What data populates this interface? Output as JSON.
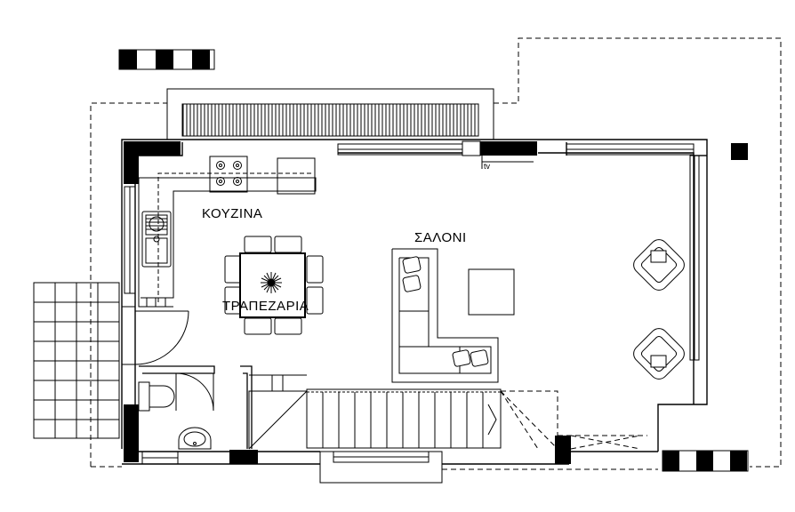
{
  "plan": {
    "rooms": {
      "kitchen": "ΚΟΥΖΙΝΑ",
      "living": "ΣΑΛΟΝΙ",
      "dining": "ΤΡΑΠΕΖΑΡΙΑ"
    },
    "tv_label": "tv"
  },
  "colors": {
    "wall": "#000000",
    "background": "#ffffff"
  },
  "icons": [
    "scale-bar-icon",
    "stove-icon",
    "sink-icon",
    "toilet-icon",
    "washbasin-icon",
    "plant-icon",
    "armchair-icon",
    "cushion-icon",
    "stairs-icon"
  ]
}
